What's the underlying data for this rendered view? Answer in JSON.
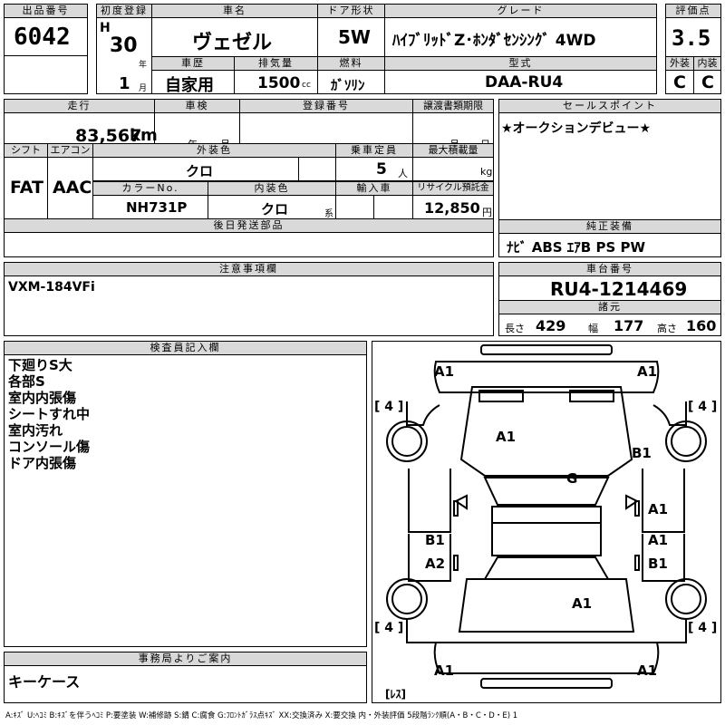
{
  "header": {
    "lot_label": "出品番号",
    "lot_no": "6042",
    "first_reg_label": "初度登録",
    "era": "H",
    "year": "30",
    "year_unit": "年",
    "month": "1",
    "month_unit": "月",
    "car_name_label": "車名",
    "car_name": "ヴェゼル",
    "history_label": "車歴",
    "history": "自家用",
    "displacement_label": "排気量",
    "displacement": "1500",
    "displacement_unit": "cc",
    "door_label": "ドア形状",
    "door": "5W",
    "fuel_label": "燃料",
    "fuel": "ｶﾞｿﾘﾝ",
    "grade_label": "グレード",
    "grade": "ﾊｲﾌﾞﾘｯﾄﾞZ･ﾎﾝﾀﾞｾﾝｼﾝｸﾞ 4WD",
    "model_label": "型式",
    "model": "DAA-RU4",
    "score_label": "評価点",
    "score": "3.5",
    "exterior_label": "外装",
    "exterior": "C",
    "interior_label": "内装",
    "interior": "C"
  },
  "spec": {
    "mileage_label": "走行",
    "mileage": "83,567",
    "mileage_unit": "km",
    "inspection_label": "車検",
    "inspection_year_unit": "年",
    "inspection_month_unit": "月",
    "reg_no_label": "登録番号",
    "transfer_label": "譲渡書類期限",
    "transfer_month_unit": "月",
    "transfer_day_unit": "日",
    "shift_label": "シフト",
    "shift": "FAT",
    "aircon_label": "エアコン",
    "aircon": "AAC",
    "ext_color_label": "外装色",
    "ext_color": "クロ",
    "capacity_label": "乗車定員",
    "capacity": "5",
    "capacity_unit": "人",
    "load_label": "最大積載量",
    "load_unit": "kg",
    "color_no_label": "カラーNo.",
    "color_no": "NH731P",
    "int_color_label": "内装色",
    "int_color": "クロ",
    "int_color_unit": "系",
    "import_label": "輸入車",
    "recycle_label": "リサイクル預託金",
    "recycle": "12,850",
    "recycle_unit": "円",
    "later_parts_label": "後日発送部品"
  },
  "sales": {
    "label": "セールスポイント",
    "text": "★オークションデビュー★"
  },
  "equipment": {
    "label": "純正装備",
    "text": "ﾅﾋﾞ ABS ｴｱB PS PW"
  },
  "caution": {
    "label": "注意事項欄",
    "text": "VXM-184VFi"
  },
  "chassis": {
    "label": "車台番号",
    "number": "RU4-1214469",
    "dims_label": "諸元",
    "length_label": "長さ",
    "length": "429",
    "width_label": "幅",
    "width": "177",
    "height_label": "高さ",
    "height": "160"
  },
  "inspector": {
    "label": "検査員記入欄",
    "notes": [
      "下廻りS大",
      "各部S",
      "室内内張傷",
      "シートすれ中",
      "室内汚れ",
      "コンソール傷",
      "ドア内張傷"
    ]
  },
  "diagram": {
    "tire_left_front": "[ 4 ]",
    "tire_right_front": "[ 4 ]",
    "tire_left_rear": "[ 4 ]",
    "tire_right_rear": "[ 4 ]",
    "marks": {
      "front_bumper_left": "A1",
      "front_bumper_right": "A1",
      "hood": "A1",
      "front_fender_right": "B1",
      "windshield": "G",
      "door_right_front": "A1",
      "door_left_rear_upper": "B1",
      "door_left_rear_lower": "A2",
      "door_right_rear_upper": "A1",
      "door_right_rear_lower": "B1",
      "roof_rear": "A1",
      "rear_bumper_left": "A1",
      "rear_bumper_right": "A1"
    },
    "spare_label": "[ﾚｽ]"
  },
  "office": {
    "label": "事務局よりご案内",
    "text": "キーケース"
  },
  "legend": {
    "text": "A:ｷｽﾞ U:ﾍｺﾐ B:ｷｽﾞを伴うﾍｺﾐ P:要塗装 W:補修跡 S:錆 C:腐食 G:ﾌﾛﾝﾄｶﾞﾗｽ点ｷｽﾞ XX:交換済み X:要交換 内・外装評価 5段階ﾗﾝｸ順(A・B・C・D・E) 1"
  }
}
